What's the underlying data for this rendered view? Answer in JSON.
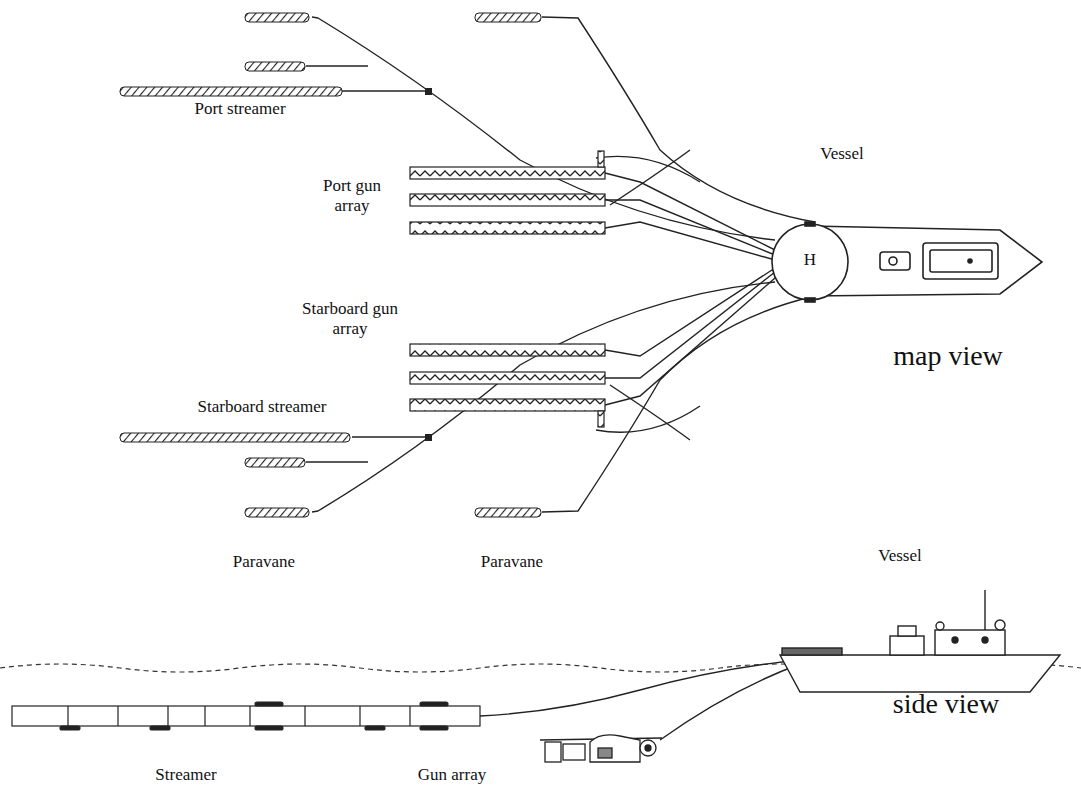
{
  "diagram": {
    "labels": [
      "Port streamer",
      "Vessel",
      "Port gun array",
      "H",
      "map view",
      "Starboard gun array",
      "Starboard streamer",
      "Paravane",
      "Paravane",
      "Vessel",
      "side view",
      "Streamer",
      "Gun array"
    ]
  }
}
